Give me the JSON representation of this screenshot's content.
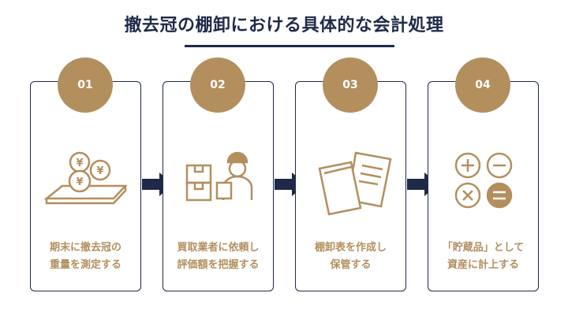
{
  "title": "撤去冠の棚卸における具体的な会計処理",
  "colors": {
    "navy": "#1f2a48",
    "gold": "#b38f5e"
  },
  "steps": [
    {
      "number": "01",
      "icon": "coins-on-tray-icon",
      "line1": "期末に撤去冠の",
      "line2": "重量を測定する"
    },
    {
      "number": "02",
      "icon": "worker-with-boxes-icon",
      "line1": "買取業者に依頼し",
      "line2": "評価額を把握する"
    },
    {
      "number": "03",
      "icon": "documents-icon",
      "line1": "棚卸表を作成し",
      "line2": "保管する"
    },
    {
      "number": "04",
      "icon": "calculator-symbols-icon",
      "line1": "「貯蔵品」として",
      "line2": "資産に計上する"
    }
  ]
}
